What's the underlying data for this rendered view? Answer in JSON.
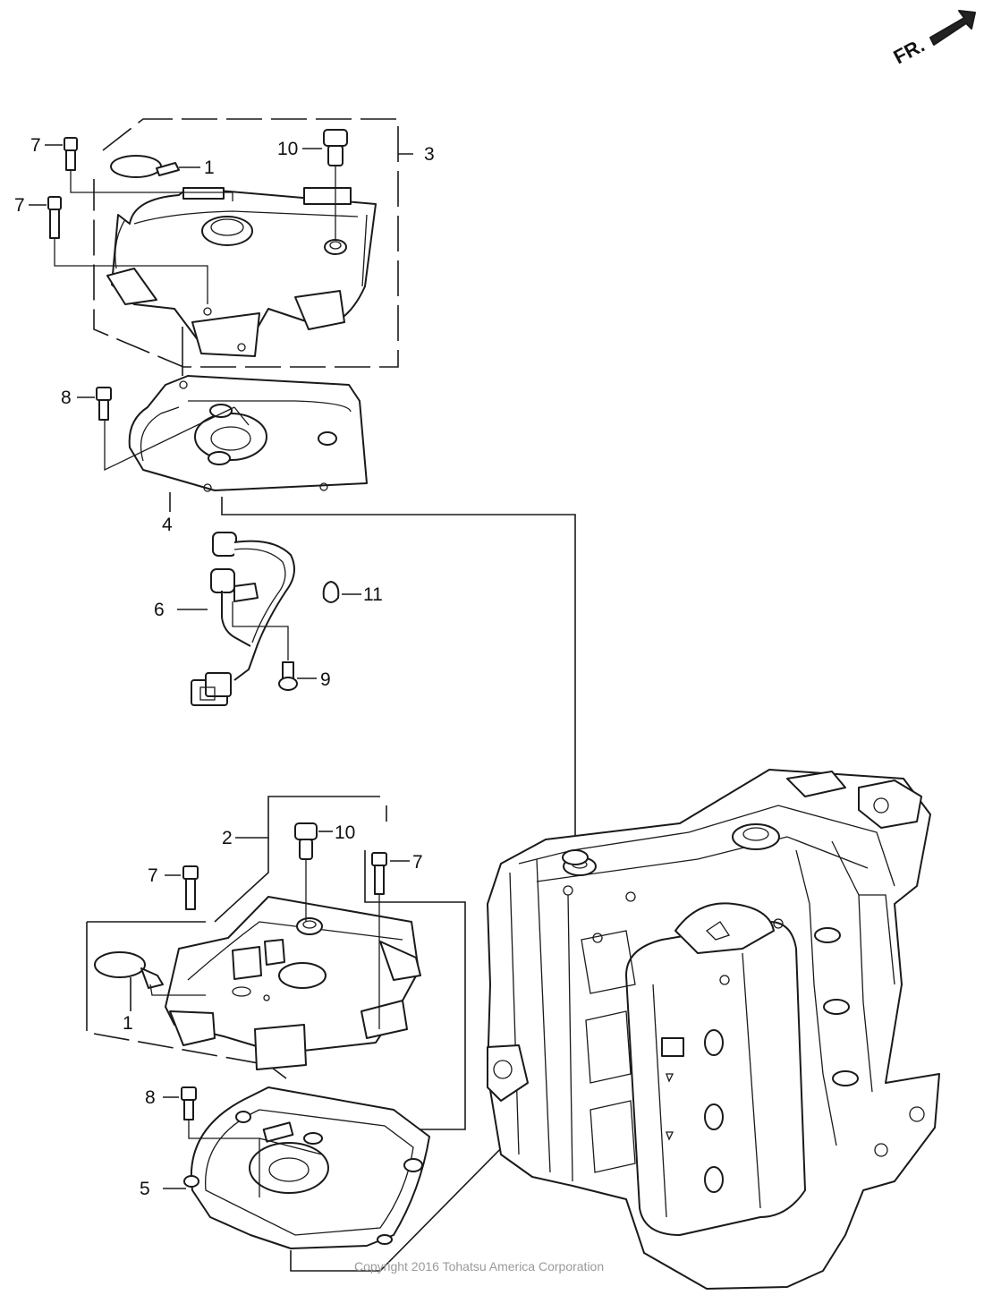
{
  "direction_marker": {
    "label": "FR."
  },
  "copyright": "Copyright 2016 Tohatsu America Corporation",
  "callouts": {
    "c1a": "1",
    "c1b": "1",
    "c2": "2",
    "c3": "3",
    "c4": "4",
    "c5": "5",
    "c6": "6",
    "c7a": "7",
    "c7b": "7",
    "c7c": "7",
    "c7d": "7",
    "c8a": "8",
    "c8b": "8",
    "c9": "9",
    "c10a": "10",
    "c10b": "10",
    "c11": "11"
  }
}
